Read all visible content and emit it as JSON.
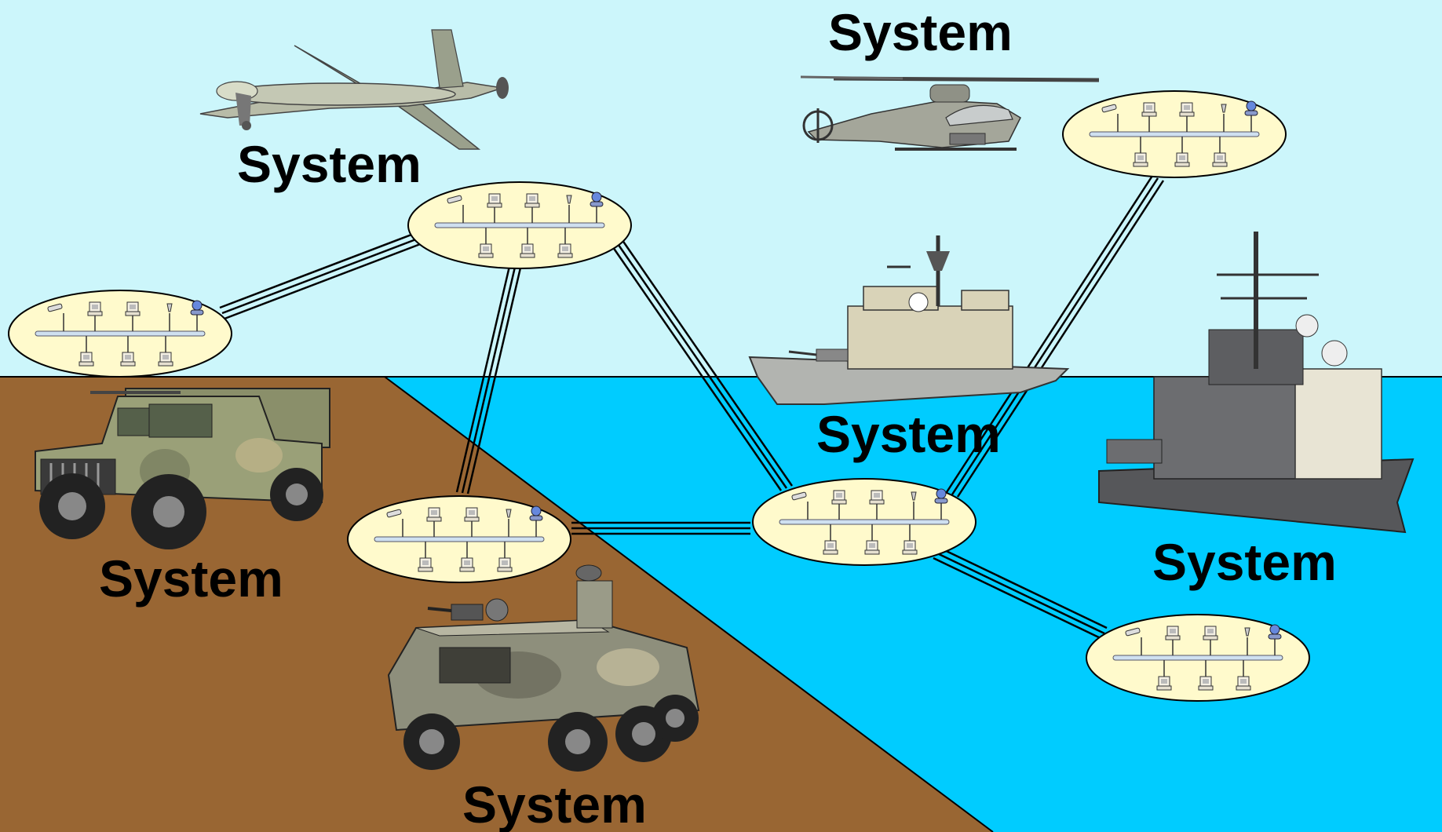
{
  "colors": {
    "sky": "#ccf6fb",
    "water": "#00ccff",
    "ground": "#996633",
    "network_bubble": "#fffacc",
    "bus": "#cfe0f0",
    "link": "#000000"
  },
  "labels": {
    "uav": "System",
    "helicopter": "System",
    "humvee": "System",
    "cruiser": "System",
    "destroyer": "System",
    "apc": "System"
  },
  "icons": [
    "uav-icon",
    "helicopter-icon",
    "humvee-icon",
    "cruiser-icon",
    "destroyer-icon",
    "apc-icon",
    "network-node-icon",
    "computer-icon",
    "user-icon"
  ]
}
